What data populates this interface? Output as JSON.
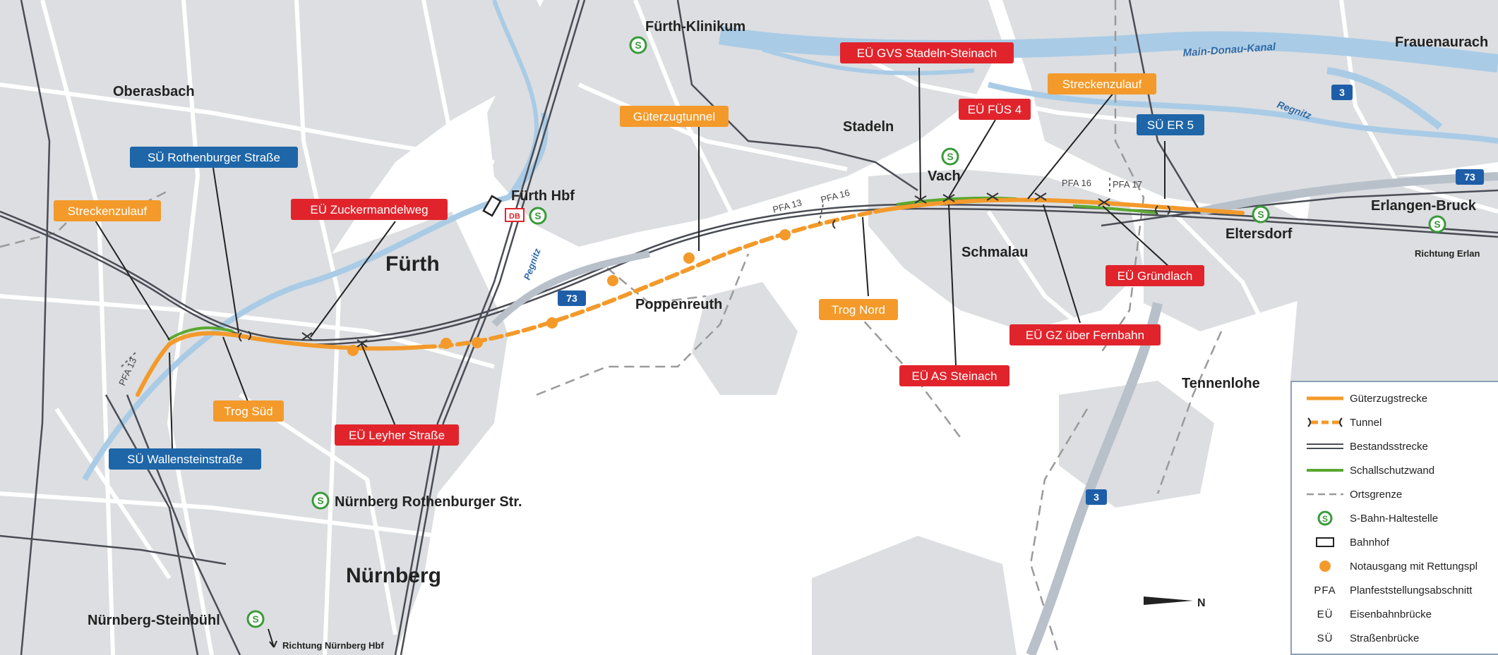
{
  "places": {
    "oberasbach": "Oberasbach",
    "fuerth_klinikum": "Fürth-Klinikum",
    "fuerth_hbf": "Fürth Hbf",
    "fuerth": "Fürth",
    "poppenreuth": "Poppenreuth",
    "stadeln": "Stadeln",
    "vach": "Vach",
    "schmalau": "Schmalau",
    "eltersdorf": "Eltersdorf",
    "erlangen_bruck": "Erlangen-Bruck",
    "richtung_erlangen": "Richtung Erlan",
    "frauenaurach": "Frauenaurach",
    "tennenlohe": "Tennenlohe",
    "nuernberg": "Nürnberg",
    "nuernberg_rothenburger": "Nürnberg Rothenburger Str.",
    "nuernberg_steinbuehl": "Nürnberg-Steinbühl",
    "richtung_nuernberg": "Richtung Nürnberg Hbf"
  },
  "water": {
    "main_donau_kanal": "Main-Donau-Kanal",
    "regnitz_upper": "Regnitz",
    "pegnitz": "Pegnitz"
  },
  "road_shields": {
    "a73_center": "73",
    "a73_right": "73",
    "a3_top": "3",
    "a3_bottom": "3"
  },
  "pfa_labels": {
    "pfa13_left": "PFA 13",
    "pfa13": "PFA 13",
    "pfa16_mid": "PFA 16",
    "pfa16_right": "PFA 16",
    "pfa17": "PFA 17"
  },
  "callouts": {
    "sue_rothenburger": "SÜ Rothenburger Straße",
    "streckenzulauf_left": "Streckenzulauf",
    "eue_zuckermandelweg": "EÜ Zuckermandelweg",
    "trog_sued": "Trog Süd",
    "sue_wallenstein": "SÜ Wallensteinstraße",
    "eue_leyher": "EÜ Leyher Straße",
    "gueterzugtunnel": "Güterzugtunnel",
    "eue_gvs": "EÜ GVS Stadeln-Steinach",
    "eue_fues4": "EÜ FÜS 4",
    "streckenzulauf_right": "Streckenzulauf",
    "sue_er5": "SÜ ER 5",
    "trog_nord": "Trog Nord",
    "eue_as_steinach": "EÜ AS Steinach",
    "eue_gz_fernbahn": "EÜ GZ über Fernbahn",
    "eue_gruendlach": "EÜ Gründlach"
  },
  "north_arrow": "N",
  "legend": {
    "gueterzugstrecke": "Güterzugstrecke",
    "tunnel": "Tunnel",
    "bestandsstrecke": "Bestandsstrecke",
    "schallschutzwand": "Schallschutzwand",
    "ortsgrenze": "Ortsgrenze",
    "s_bahn": "S-Bahn-Haltestelle",
    "bahnhof": "Bahnhof",
    "notausgang": "Notausgang mit Rettungspl",
    "pfa_abbr": "PFA",
    "pfa_text": "Planfeststellungsabschnitt",
    "eue_abbr": "EÜ",
    "eue_text": "Eisenbahnbrücke",
    "sue_abbr": "SÜ",
    "sue_text": "Straßenbrücke"
  },
  "db_logo": "DB",
  "s_glyph": "S",
  "colors": {
    "built_area": "#dcdee1",
    "street": "#ffffff",
    "water": "#a9cbe6",
    "water_text": "#2f6aa8",
    "freight_line": "#f39a2b",
    "noise_wall": "#5aa830",
    "existing_rail": "#4a4d55",
    "border": "#9a9a9a",
    "eue_red": "#e1242c",
    "sue_blue": "#1e66a8",
    "orange_label": "#f39a2b",
    "s_bahn_green": "#3a9a3a",
    "autobahn_blue": "#1e5ea8"
  }
}
